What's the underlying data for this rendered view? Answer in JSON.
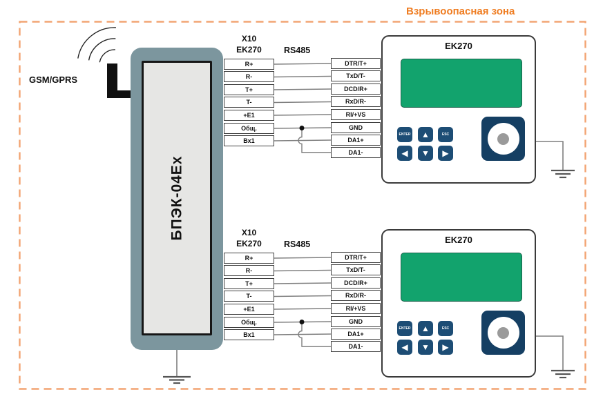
{
  "zone": {
    "label": "Взрывоопасная зона"
  },
  "gsm": {
    "label": "GSM/GPRS"
  },
  "main_device": {
    "label": "БПЭК-04Ex"
  },
  "sections": [
    {
      "connector": {
        "designation": "X10",
        "target": "EK270"
      },
      "bus_label": "RS485",
      "left_terminals": [
        "R+",
        "R-",
        "T+",
        "T-",
        "+E1",
        "Общ.",
        "Вх1"
      ],
      "right_terminals": [
        "DTR/T+",
        "TxD/T-",
        "DCD/R+",
        "RxD/R-",
        "RI/+VS",
        "GND",
        "DA1+",
        "DA1-"
      ],
      "device": {
        "title": "EK270",
        "keys": [
          "ENTER",
          "▲",
          "ESC",
          "◀",
          "▼",
          "▶"
        ]
      }
    },
    {
      "connector": {
        "designation": "X10",
        "target": "EK270"
      },
      "bus_label": "RS485",
      "left_terminals": [
        "R+",
        "R-",
        "T+",
        "T-",
        "+E1",
        "Общ.",
        "Вх1"
      ],
      "right_terminals": [
        "DTR/T+",
        "TxD/T-",
        "DCD/R+",
        "RxD/R-",
        "RI/+VS",
        "GND",
        "DA1+",
        "DA1-"
      ],
      "device": {
        "title": "EK270",
        "keys": [
          "ENTER",
          "▲",
          "ESC",
          "◀",
          "▼",
          "▶"
        ]
      }
    }
  ],
  "colors": {
    "zone_border": "#f2a472",
    "zone_title": "#ef7d22",
    "device_body": "#7c969e",
    "device_inner": "#e6e6e4",
    "screen_green": "#12a36d",
    "key_navy": "#1d4d75",
    "port_navy": "#153f63",
    "wire_gray": "#7f7f7f",
    "antenna_black": "#101010"
  }
}
